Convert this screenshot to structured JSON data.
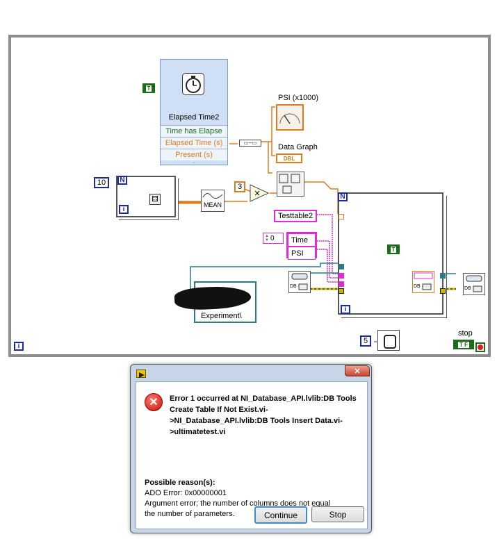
{
  "diagram": {
    "express_vi": {
      "title": "Elapsed Time2",
      "outputs": [
        "Time has Elapse",
        "Elapsed Time (s)",
        "Present (s)"
      ]
    },
    "bool_true_label": "T",
    "indicators": {
      "psi_label": "PSI (x1000)",
      "graph_label": "Data Graph",
      "dbl_tag": "DBL"
    },
    "loop_count_n": "10",
    "n_label": "N",
    "i_label": "i",
    "mean_label": "MEAN",
    "multiplier_const": "3",
    "table_name": "Testtable2",
    "array_index": "0",
    "columns": [
      "Time",
      "PSI"
    ],
    "db_label": "DB",
    "path_suffix": "Experiment\\",
    "wait_ms": "5",
    "stop_label": "stop",
    "stop_bool": "T F"
  },
  "dialog": {
    "error_message": "Error 1 occurred at NI_Database_API.lvlib:DB Tools Create Table If Not Exist.vi->NI_Database_API.lvlib:DB Tools Insert Data.vi->ultimatetest.vi",
    "reasons_heading": "Possible reason(s):",
    "reason_lines": [
      "ADO Error: 0x00000001",
      "Argument error; the number of columns does not equal",
      "the number of parameters."
    ],
    "continue_label": "Continue",
    "stop_label": "Stop",
    "close_glyph": "✕"
  },
  "colors": {
    "numeric_wire": "#e07a1a",
    "string_wire": "#e02ad6",
    "bool_wire": "#1c6b1c",
    "error_wire": "#c9b800",
    "db_wire": "#2a7a8a",
    "integer_wire": "#1a2aa6"
  }
}
